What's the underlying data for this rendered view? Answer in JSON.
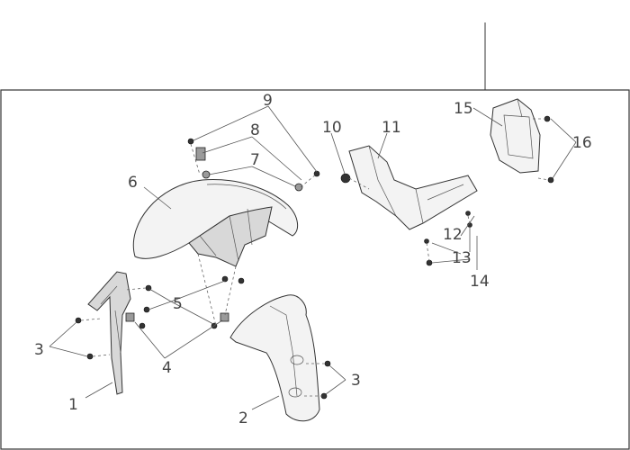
{
  "callouts": [
    {
      "id": "1",
      "text": "1"
    },
    {
      "id": "2",
      "text": "2"
    },
    {
      "id": "3a",
      "text": "3"
    },
    {
      "id": "3b",
      "text": "3"
    },
    {
      "id": "4",
      "text": "4"
    },
    {
      "id": "5",
      "text": "5"
    },
    {
      "id": "6",
      "text": "6"
    },
    {
      "id": "7",
      "text": "7"
    },
    {
      "id": "8",
      "text": "8"
    },
    {
      "id": "9",
      "text": "9"
    },
    {
      "id": "10",
      "text": "10"
    },
    {
      "id": "11",
      "text": "11"
    },
    {
      "id": "12",
      "text": "12"
    },
    {
      "id": "13",
      "text": "13"
    },
    {
      "id": "14",
      "text": "14"
    },
    {
      "id": "15",
      "text": "15"
    },
    {
      "id": "16",
      "text": "16"
    }
  ],
  "colors": {
    "line": "#333333",
    "text": "#444444",
    "fill": "#f3f3f3"
  }
}
